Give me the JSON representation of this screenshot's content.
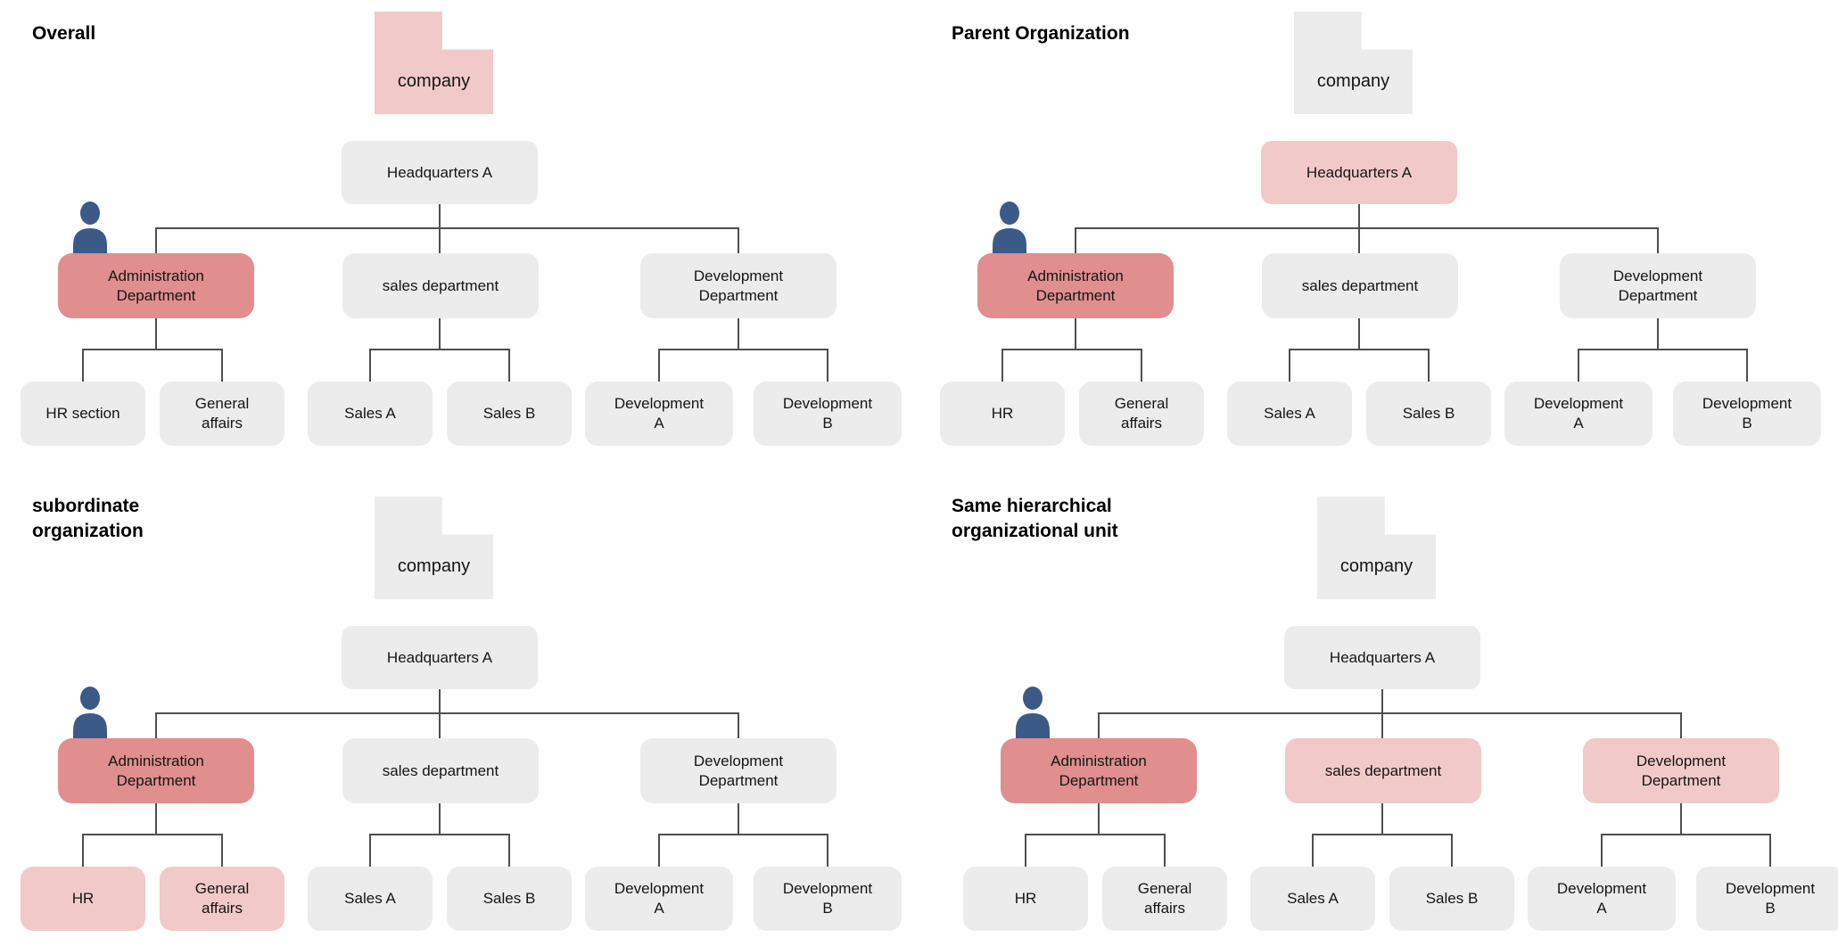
{
  "colors": {
    "box_gray": "#ececec",
    "highlight_pink": "#f2c9c9",
    "highlight_red": "#e08e8e",
    "person_icon": "#3c5a87",
    "connector": "#4f4f4f",
    "background": "#ffffff",
    "text": "#151515"
  },
  "icons": {
    "person": "person-icon"
  },
  "quadrants": [
    {
      "id": "overall",
      "title": "Overall",
      "company": {
        "label": "company",
        "variant": "pink"
      },
      "nodes": {
        "hq": {
          "label": "Headquarters A",
          "variant": "gray"
        },
        "admin": {
          "label": "Administration\nDepartment",
          "variant": "red"
        },
        "sales": {
          "label": "sales department",
          "variant": "gray"
        },
        "dev": {
          "label": "Development\nDepartment",
          "variant": "gray"
        },
        "leaf1": {
          "label": "HR section",
          "variant": "gray"
        },
        "leaf2": {
          "label": "General\naffairs",
          "variant": "gray"
        },
        "leaf3": {
          "label": "Sales A",
          "variant": "gray"
        },
        "leaf4": {
          "label": "Sales B",
          "variant": "gray"
        },
        "leaf5": {
          "label": "Development\nA",
          "variant": "gray"
        },
        "leaf6": {
          "label": "Development\nB",
          "variant": "gray"
        }
      }
    },
    {
      "id": "parent-organization",
      "title": "Parent Organization",
      "company": {
        "label": "company",
        "variant": "gray"
      },
      "nodes": {
        "hq": {
          "label": "Headquarters A",
          "variant": "pink"
        },
        "admin": {
          "label": "Administration\nDepartment",
          "variant": "red"
        },
        "sales": {
          "label": "sales department",
          "variant": "gray"
        },
        "dev": {
          "label": "Development\nDepartment",
          "variant": "gray"
        },
        "leaf1": {
          "label": "HR",
          "variant": "gray"
        },
        "leaf2": {
          "label": "General\naffairs",
          "variant": "gray"
        },
        "leaf3": {
          "label": "Sales A",
          "variant": "gray"
        },
        "leaf4": {
          "label": "Sales B",
          "variant": "gray"
        },
        "leaf5": {
          "label": "Development\nA",
          "variant": "gray"
        },
        "leaf6": {
          "label": "Development\nB",
          "variant": "gray"
        }
      }
    },
    {
      "id": "subordinate-organization",
      "title": "subordinate\norganization",
      "company": {
        "label": "company",
        "variant": "gray"
      },
      "nodes": {
        "hq": {
          "label": "Headquarters A",
          "variant": "gray"
        },
        "admin": {
          "label": "Administration\nDepartment",
          "variant": "red"
        },
        "sales": {
          "label": "sales department",
          "variant": "gray"
        },
        "dev": {
          "label": "Development\nDepartment",
          "variant": "gray"
        },
        "leaf1": {
          "label": "HR",
          "variant": "pink"
        },
        "leaf2": {
          "label": "General\naffairs",
          "variant": "pink"
        },
        "leaf3": {
          "label": "Sales A",
          "variant": "gray"
        },
        "leaf4": {
          "label": "Sales B",
          "variant": "gray"
        },
        "leaf5": {
          "label": "Development\nA",
          "variant": "gray"
        },
        "leaf6": {
          "label": "Development\nB",
          "variant": "gray"
        }
      }
    },
    {
      "id": "same-hierarchical-unit",
      "title": "Same hierarchical\norganizational unit",
      "company": {
        "label": "company",
        "variant": "gray"
      },
      "nodes": {
        "hq": {
          "label": "Headquarters A",
          "variant": "gray"
        },
        "admin": {
          "label": "Administration\nDepartment",
          "variant": "red"
        },
        "sales": {
          "label": "sales department",
          "variant": "pink"
        },
        "dev": {
          "label": "Development\nDepartment",
          "variant": "pink"
        },
        "leaf1": {
          "label": "HR",
          "variant": "gray"
        },
        "leaf2": {
          "label": "General\naffairs",
          "variant": "gray"
        },
        "leaf3": {
          "label": "Sales A",
          "variant": "gray"
        },
        "leaf4": {
          "label": "Sales B",
          "variant": "gray"
        },
        "leaf5": {
          "label": "Development\nA",
          "variant": "gray"
        },
        "leaf6": {
          "label": "Development\nB",
          "variant": "gray"
        }
      }
    }
  ]
}
